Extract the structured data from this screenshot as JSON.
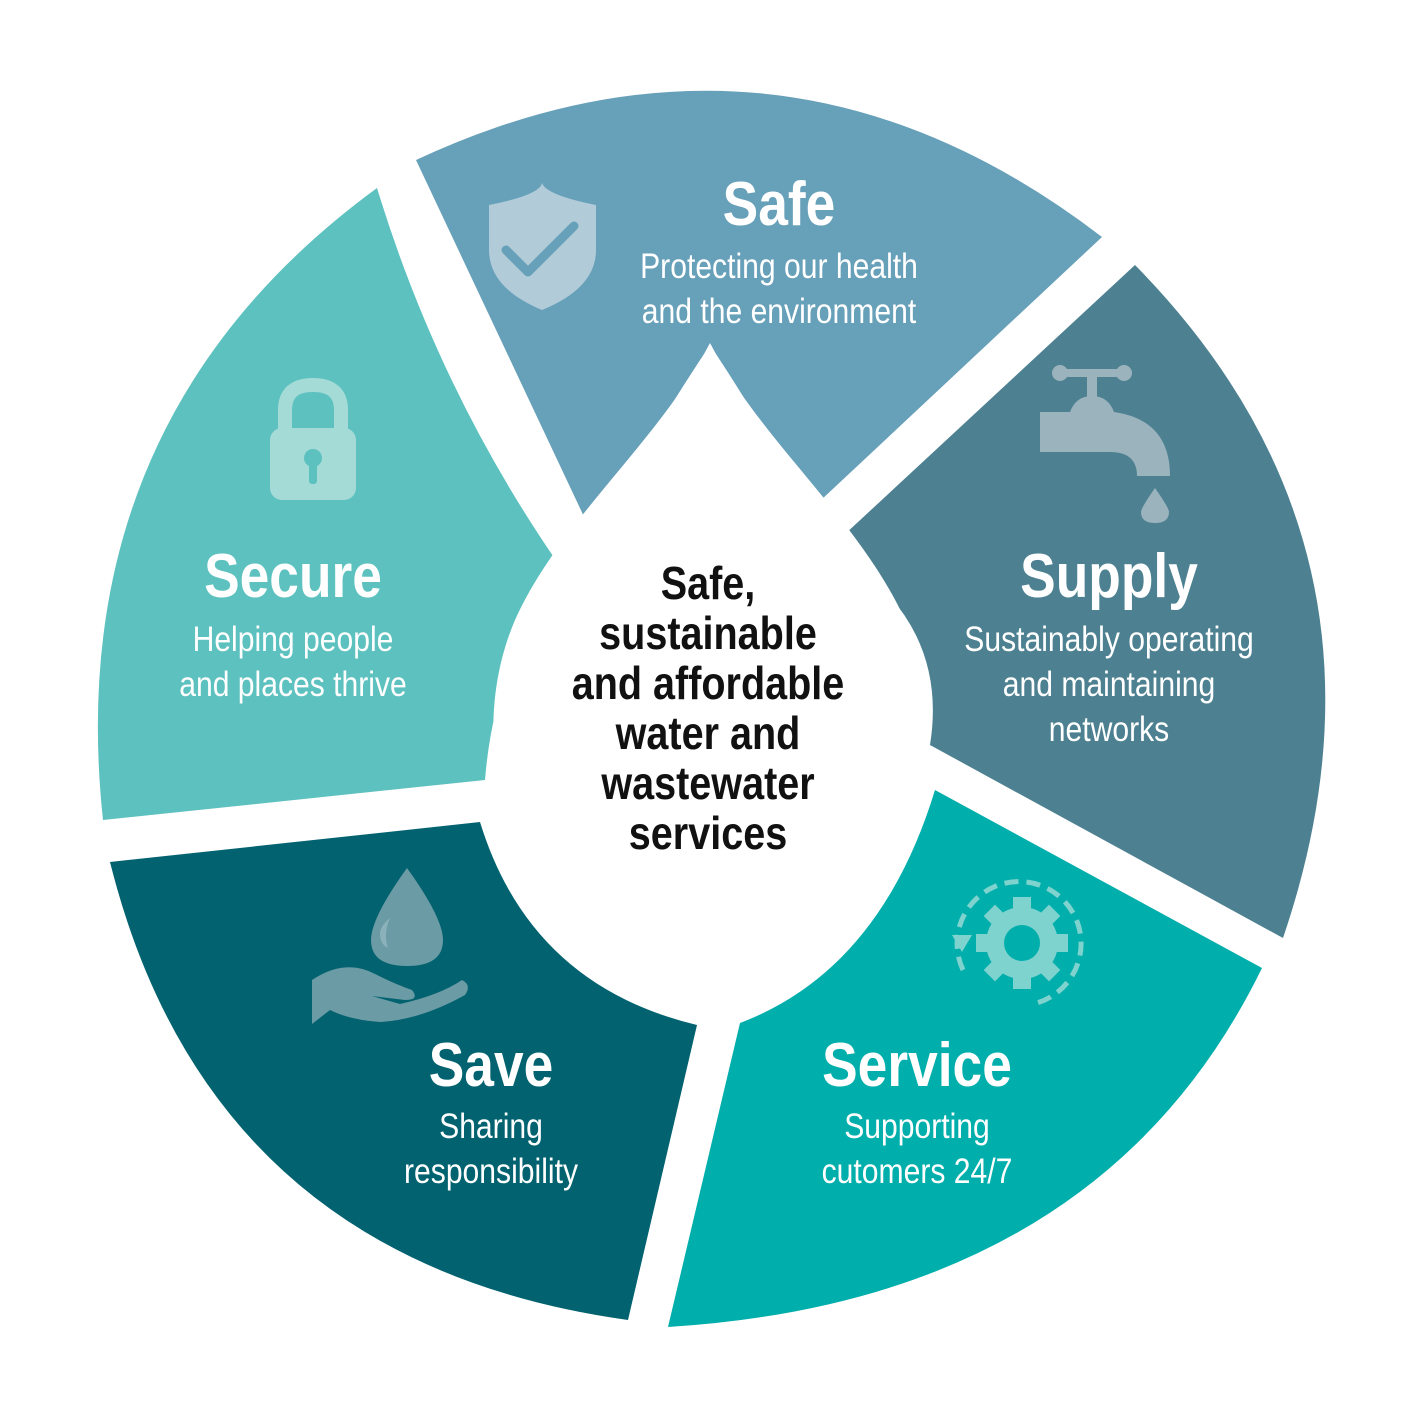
{
  "center": {
    "text": "Safe,\nsustainable\nand affordable\nwater and\nwastewater\nservices"
  },
  "segments": [
    {
      "key": "safe",
      "title": "Safe",
      "subtitle": "Protecting our health\nand the environment",
      "color": "#67a0b9",
      "icon": "shield-check-icon"
    },
    {
      "key": "supply",
      "title": "Supply",
      "subtitle": "Sustainably operating\nand maintaining\nnetworks",
      "color": "#4d8191",
      "icon": "tap-icon"
    },
    {
      "key": "service",
      "title": "Service",
      "subtitle": "Supporting\ncutomers 24/7",
      "color": "#00aeab",
      "icon": "gear-cycle-icon"
    },
    {
      "key": "save",
      "title": "Save",
      "subtitle": "Sharing\nresponsibility",
      "color": "#02626f",
      "icon": "hand-drop-icon"
    },
    {
      "key": "secure",
      "title": "Secure",
      "subtitle": "Helping people\nand places thrive",
      "color": "#5cc1bf",
      "icon": "padlock-icon"
    }
  ],
  "colors": {
    "background": "#ffffff",
    "gap": "#ffffff",
    "drop": "#ffffff",
    "center_text": "#111111",
    "icon_light": "rgba(255,255,255,0.45)"
  }
}
